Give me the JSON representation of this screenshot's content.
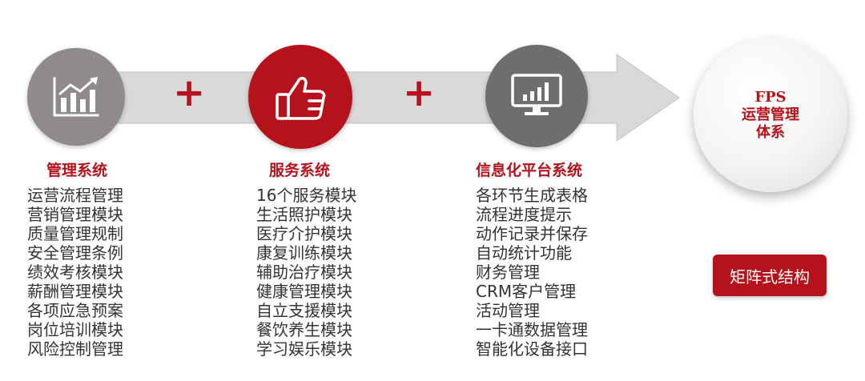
{
  "colors": {
    "accent": "#b5121b",
    "gray": "#8f8b8b",
    "dark_gray": "#6e6e6e",
    "arrow": "#d9d9d9"
  },
  "icons": [
    "bar-chart-growth-icon",
    "thumbs-up-icon",
    "monitor-chart-icon"
  ],
  "plus_sign": "+",
  "columns": [
    {
      "title": "管理系统",
      "items": [
        "运营流程管理",
        "营销管理模块",
        "质量管理规制",
        "安全管理条例",
        "绩效考核模块",
        "薪酬管理模块",
        "各项应急预案",
        "岗位培训模块",
        "风险控制管理"
      ]
    },
    {
      "title": "服务系统",
      "items": [
        "16个服务模块",
        "生活照护模块",
        "医疗介护模块",
        "康复训练模块",
        "辅助治疗模块",
        "健康管理模块",
        "自立支援模块",
        "餐饮养生模块",
        "学习娱乐模块"
      ]
    },
    {
      "title": "信息化平台系统",
      "items": [
        "各环节生成表格",
        "流程进度提示",
        "动作记录并保存",
        "自动统计功能",
        "财务管理",
        "CRM客户管理",
        "活动管理",
        "一卡通数据管理",
        "智能化设备接口"
      ]
    }
  ],
  "fps": {
    "line1": "FPS",
    "line2": "运营管理",
    "line3": "体系"
  },
  "matrix_label": "矩阵式结构"
}
